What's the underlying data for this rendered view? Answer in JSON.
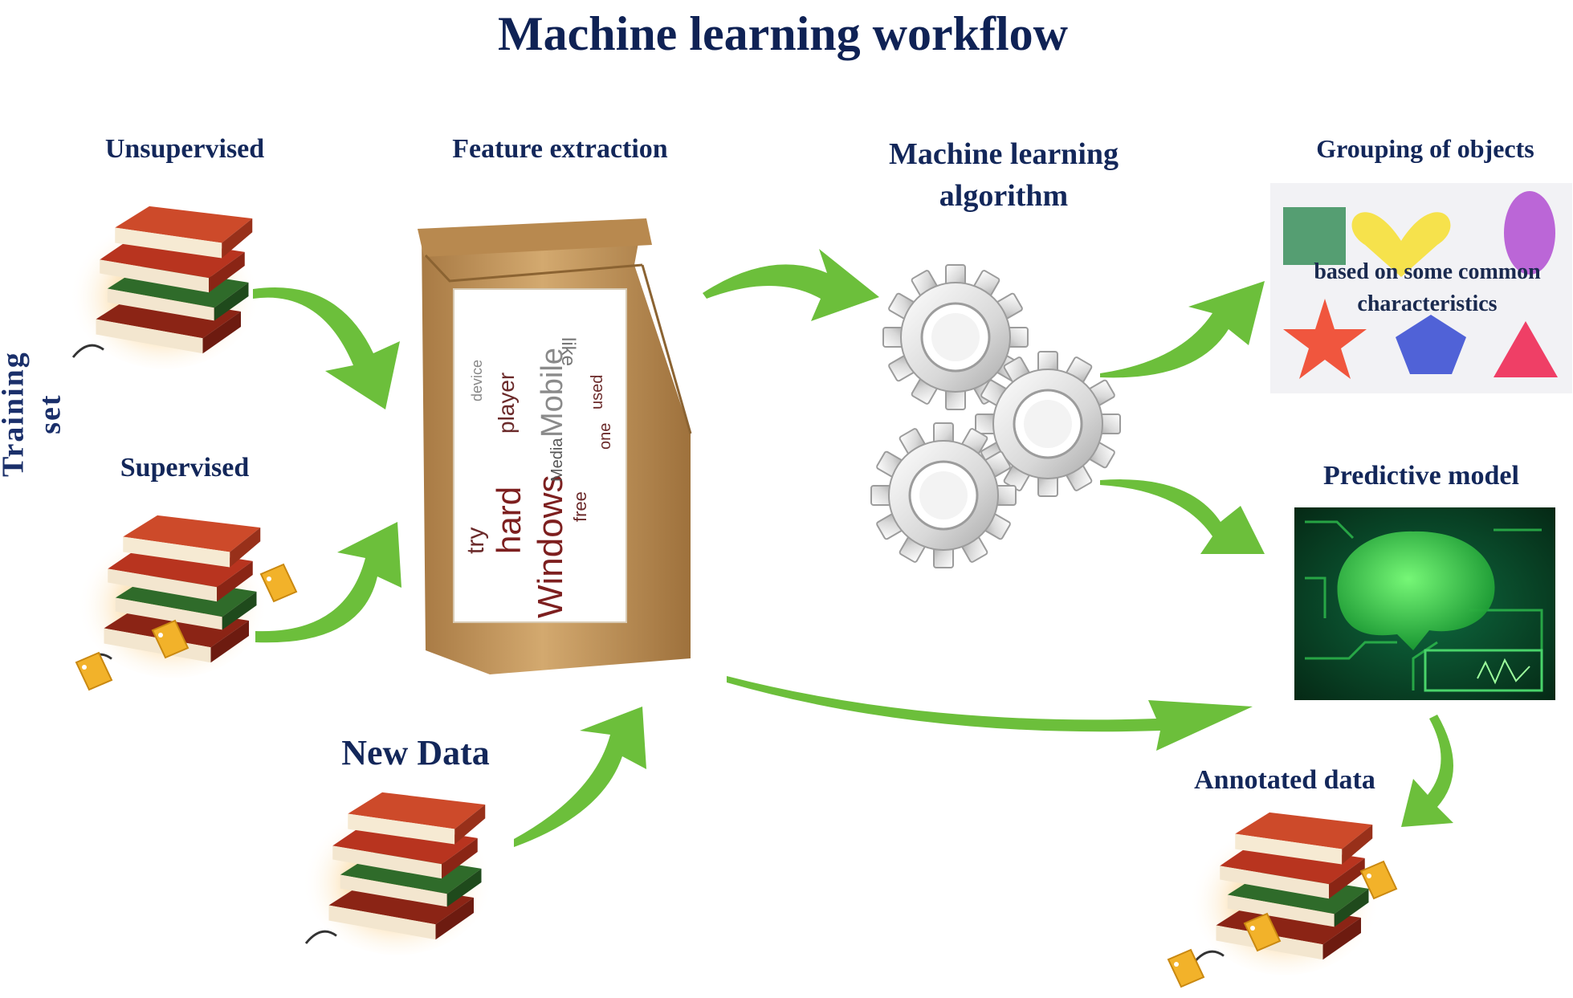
{
  "title": "Machine learning workflow",
  "labels": {
    "training_set": "Training set",
    "unsupervised": "Unsupervised",
    "supervised": "Supervised",
    "new_data": "New Data",
    "feature_extraction": "Feature extraction",
    "ml_algorithm_line1": "Machine learning",
    "ml_algorithm_line2": "algorithm",
    "grouping": "Grouping of objects",
    "grouping_sub1": "based on some common",
    "grouping_sub2": "characteristics",
    "predictive_model": "Predictive model",
    "annotated_data": "Annotated data"
  },
  "bag_words": [
    "Windows",
    "hard",
    "try",
    "free",
    "Mobile",
    "player",
    "like",
    "Media",
    "used",
    "one",
    "device"
  ],
  "colors": {
    "arrow": "#6cbf3b",
    "text": "#13275a",
    "book_red": "#b8341f",
    "book_green": "#2f6b2a",
    "bag": "#c79b63",
    "gear": "#d9d9d9",
    "brain": "#33d24d"
  }
}
